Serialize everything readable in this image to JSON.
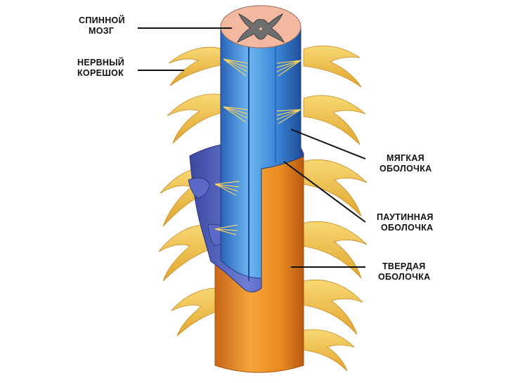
{
  "labels": {
    "spinal_cord": [
      "СПИННОЙ",
      "МОЗГ"
    ],
    "nerve_root": [
      "НЕРВНЫЙ",
      "КОРЕШОК"
    ],
    "pia_mater": [
      "МЯГКАЯ",
      "ОБОЛОЧКА"
    ],
    "arachnoid": [
      "ПАУТИННАЯ",
      "ОБОЛОЧКА"
    ],
    "dura_mater": [
      "ТВЕРДАЯ",
      "ОБОЛОЧКА"
    ]
  },
  "colors": {
    "pia_blue": "#3c86d6",
    "arachnoid_violet": "#4a5bb8",
    "dura_orange": "#e8901e",
    "nerve_yellow": "#f0c04a",
    "cord_section_pink": "#f2b8a0",
    "gray_matter": "#6e6e6e",
    "leader_line": "#111111"
  }
}
